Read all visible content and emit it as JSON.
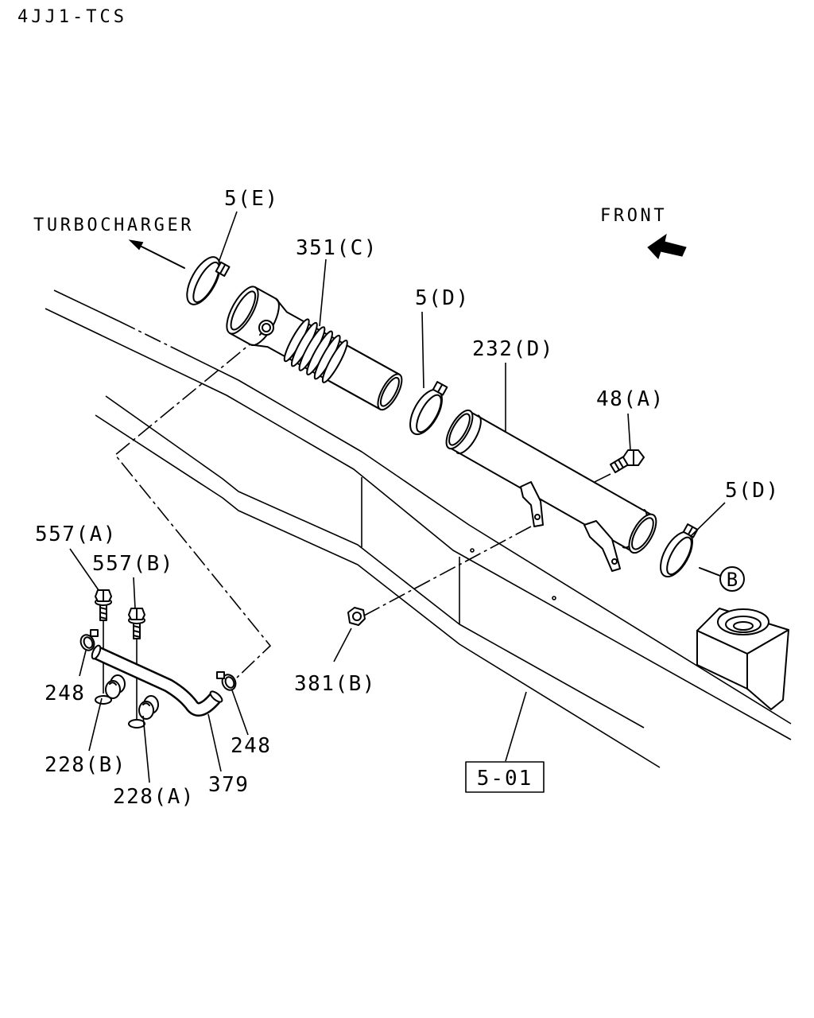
{
  "header": {
    "model": "4JJ1-TCS"
  },
  "directions": {
    "turbocharger": "TURBOCHARGER",
    "front": "FRONT"
  },
  "callouts": {
    "top_clamp": "5(E)",
    "boot_pipe": "351(C)",
    "middle_clamp": "5(D)",
    "main_pipe": "232(D)",
    "pipe_bolt": "48(A)",
    "end_clamp": "5(D)",
    "ref_circle": "B",
    "bolt_a": "557(A)",
    "bolt_b": "557(B)",
    "hose_clamp_left": "248",
    "clip_b": "228(B)",
    "clip_a": "228(A)",
    "hose": "379",
    "hose_clamp_right": "248",
    "nut": "381(B)",
    "section_ref": "5-01"
  }
}
